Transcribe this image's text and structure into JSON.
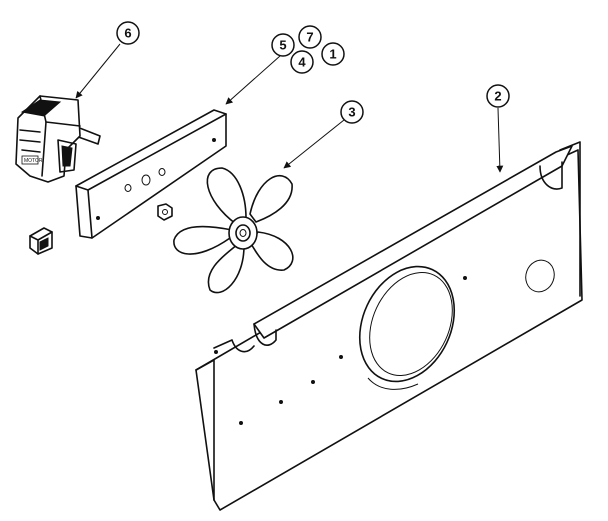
{
  "callouts": {
    "c6": "6",
    "c5": "5",
    "c7": "7",
    "c4": "4",
    "c1": "1",
    "c3": "3",
    "c2": "2"
  },
  "motor_label": "MOTOR"
}
